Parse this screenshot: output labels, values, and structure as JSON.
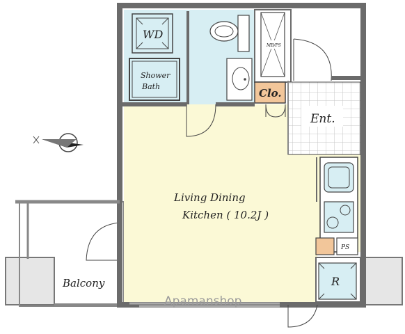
{
  "floorplan": {
    "rooms": {
      "wd": "WD",
      "shower_bath_line1": "Shower",
      "shower_bath_line2": "Bath",
      "closet": "Clo.",
      "mb_ps": "MB/PS",
      "entrance": "Ent.",
      "ldk_line1": "Living Dining",
      "ldk_line2": "Kitchen ( 10.2J )",
      "ps": "PS",
      "refrigerator": "R",
      "balcony": "Balcony"
    },
    "watermark": "Apamanshop",
    "colors": {
      "ldk_floor": "#fbf9d6",
      "wet_area": "#d7eef3",
      "closet": "#f2c69a",
      "entrance_tile": "#ffffff",
      "wall": "#6b6b6b",
      "balcony": "#e3e3e3"
    },
    "icons": [
      "compass-icon",
      "toilet-icon",
      "sink-icon",
      "stove-icon",
      "kitchen-sink-icon"
    ]
  }
}
